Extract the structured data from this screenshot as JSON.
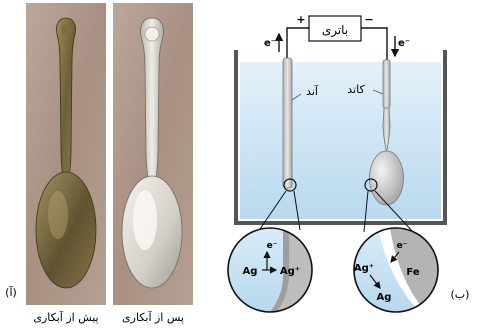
{
  "panel_a": {
    "label": "(آ)",
    "before_caption": "پیش از آبکاری",
    "after_caption": "پس از آبکاری"
  },
  "panel_b": {
    "label": "(ب)",
    "battery_label": "باتری",
    "plus_sign": "+",
    "minus_sign": "−",
    "electron_left": "e⁻",
    "electron_right": "e⁻",
    "anode_label": "آند",
    "cathode_label": "کاتد",
    "zoom_left": {
      "electron": "e⁻",
      "ag": "Ag",
      "ag_ion": "Ag⁺"
    },
    "zoom_right": {
      "electron": "e⁻",
      "ag_ion": "Ag⁺",
      "fe": "Fe",
      "ag": "Ag"
    }
  },
  "colors": {
    "solution": "#c9e3f3",
    "electrode": "#cfcfcf",
    "tarnished_spoon": "#8a7a4a",
    "silver_spoon": "#d8d6cf",
    "photo_background": "#b39a8c",
    "plated_layer": "#ffffff"
  }
}
